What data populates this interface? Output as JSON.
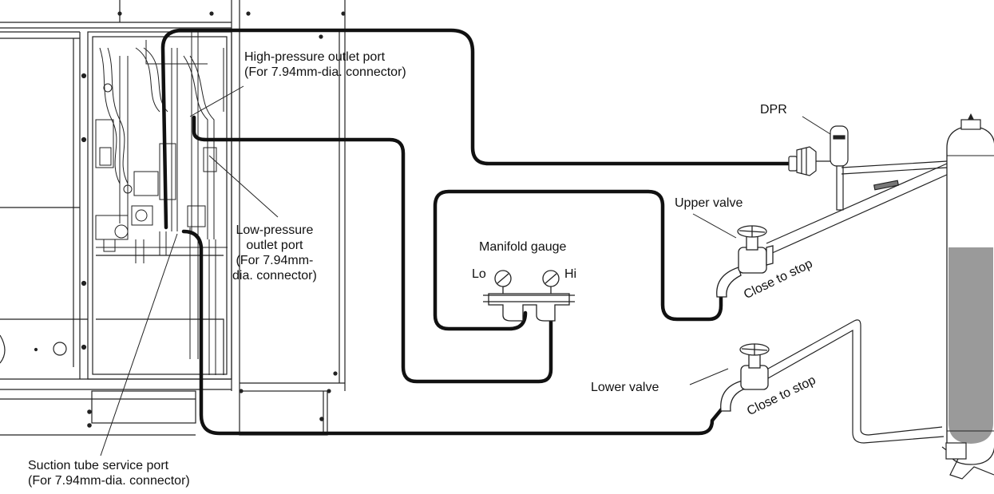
{
  "labels": {
    "high_pressure_port": [
      "High-pressure outlet port",
      "(For 7.94mm-dia. connector)"
    ],
    "low_pressure_port": [
      "Low-pressure",
      "outlet port",
      "(For 7.94mm-",
      "dia. connector)"
    ],
    "suction_port": [
      "Suction tube service port",
      "(For 7.94mm-dia. connector)"
    ],
    "dpr": "DPR",
    "upper_valve": "Upper valve",
    "lower_valve": "Lower valve",
    "manifold_gauge": "Manifold gauge",
    "gauge_lo": "Lo",
    "gauge_hi": "Hi",
    "close_to_stop_upper": "Close to stop",
    "close_to_stop_lower": "Close to stop"
  },
  "colors": {
    "hose": "#111111",
    "line": "#222222",
    "liquid": "#9a9a9a"
  }
}
